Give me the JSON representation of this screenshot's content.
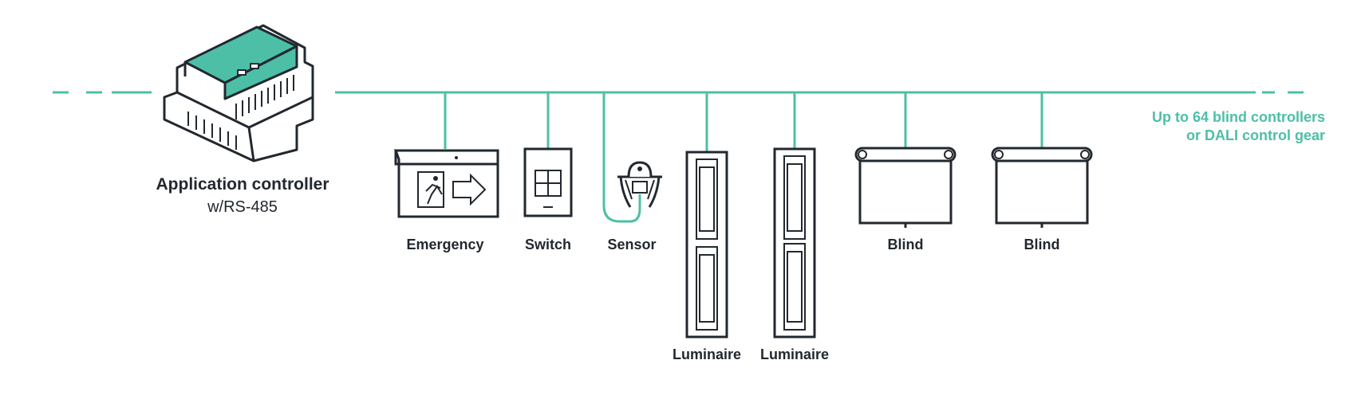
{
  "colors": {
    "bus": "#4dbfa6",
    "outline": "#22282f",
    "accent": "#4dbfa6",
    "note_text": "#4dbfa6"
  },
  "controller": {
    "title": "Application controller",
    "subtitle": "w/RS-485",
    "icon": "din-rail-controller-icon"
  },
  "devices": [
    {
      "label": "Emergency",
      "icon": "emergency-exit-sign-icon"
    },
    {
      "label": "Switch",
      "icon": "wall-switch-icon"
    },
    {
      "label": "Sensor",
      "icon": "ceiling-sensor-icon"
    },
    {
      "label": "Luminaire",
      "icon": "linear-luminaire-icon"
    },
    {
      "label": "Luminaire",
      "icon": "linear-luminaire-icon"
    },
    {
      "label": "Blind",
      "icon": "roller-blind-icon"
    },
    {
      "label": "Blind",
      "icon": "roller-blind-icon"
    }
  ],
  "note": {
    "line1": "Up to 64 blind controllers",
    "line2": "or DALI control gear"
  }
}
